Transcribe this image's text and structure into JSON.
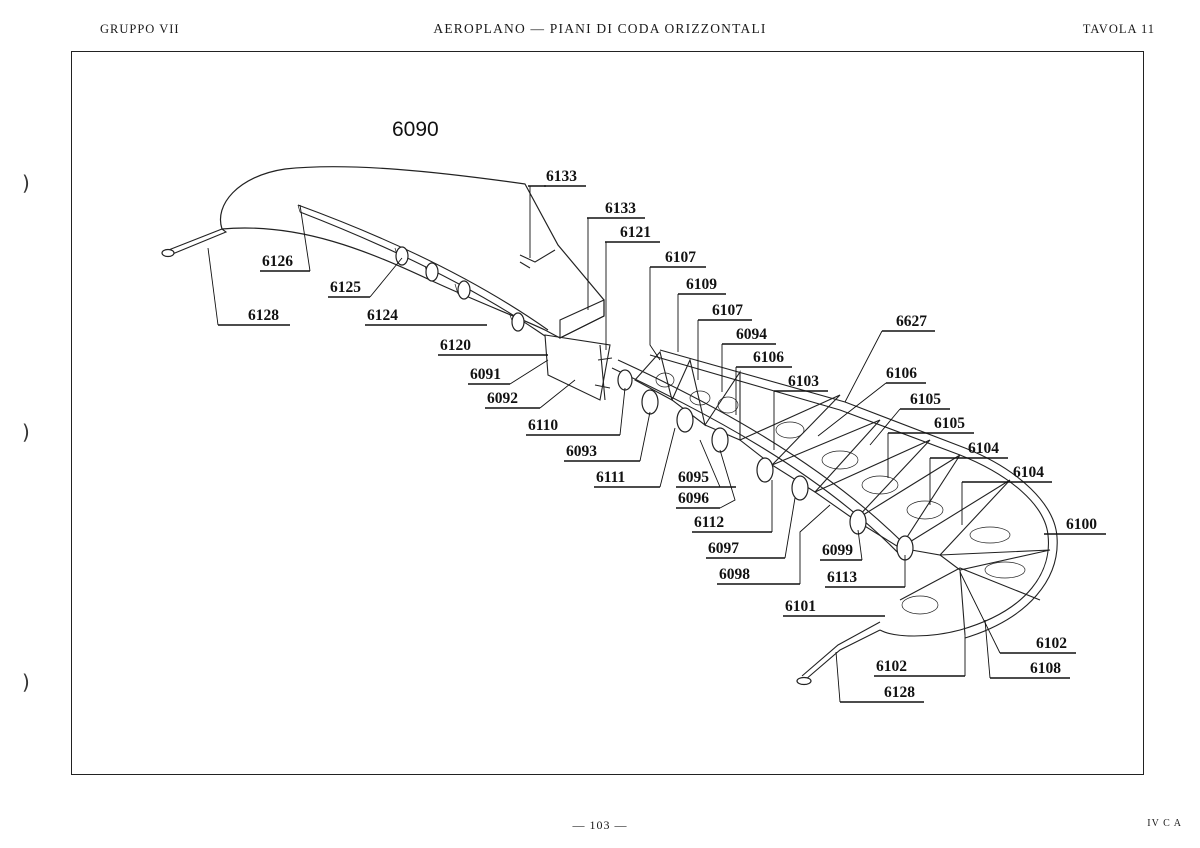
{
  "header": {
    "left": "GRUPPO VII",
    "center": "AEROPLANO — PIANI DI CODA ORIZZONTALI",
    "right": "TAVOLA 11"
  },
  "footer": {
    "page": "— 103 —",
    "right": "IV C A"
  },
  "diagram": {
    "assembly_number": "6090",
    "callouts": [
      {
        "id": "c-6133a",
        "label": "6133"
      },
      {
        "id": "c-6133b",
        "label": "6133"
      },
      {
        "id": "c-6121",
        "label": "6121"
      },
      {
        "id": "c-6107a",
        "label": "6107"
      },
      {
        "id": "c-6109",
        "label": "6109"
      },
      {
        "id": "c-6107b",
        "label": "6107"
      },
      {
        "id": "c-6094",
        "label": "6094"
      },
      {
        "id": "c-6106a",
        "label": "6106"
      },
      {
        "id": "c-6627",
        "label": "6627"
      },
      {
        "id": "c-6103",
        "label": "6103"
      },
      {
        "id": "c-6106b",
        "label": "6106"
      },
      {
        "id": "c-6105a",
        "label": "6105"
      },
      {
        "id": "c-6105b",
        "label": "6105"
      },
      {
        "id": "c-6104a",
        "label": "6104"
      },
      {
        "id": "c-6104b",
        "label": "6104"
      },
      {
        "id": "c-6100",
        "label": "6100"
      },
      {
        "id": "c-6126",
        "label": "6126"
      },
      {
        "id": "c-6125",
        "label": "6125"
      },
      {
        "id": "c-6128a",
        "label": "6128"
      },
      {
        "id": "c-6124",
        "label": "6124"
      },
      {
        "id": "c-6120",
        "label": "6120"
      },
      {
        "id": "c-6091",
        "label": "6091"
      },
      {
        "id": "c-6092",
        "label": "6092"
      },
      {
        "id": "c-6110",
        "label": "6110"
      },
      {
        "id": "c-6093",
        "label": "6093"
      },
      {
        "id": "c-6111",
        "label": "6111"
      },
      {
        "id": "c-6095",
        "label": "6095"
      },
      {
        "id": "c-6096",
        "label": "6096"
      },
      {
        "id": "c-6112",
        "label": "6112"
      },
      {
        "id": "c-6097",
        "label": "6097"
      },
      {
        "id": "c-6099",
        "label": "6099"
      },
      {
        "id": "c-6098",
        "label": "6098"
      },
      {
        "id": "c-6113",
        "label": "6113"
      },
      {
        "id": "c-6101",
        "label": "6101"
      },
      {
        "id": "c-6102a",
        "label": "6102"
      },
      {
        "id": "c-6108",
        "label": "6108"
      },
      {
        "id": "c-6102b",
        "label": "6102"
      },
      {
        "id": "c-6128b",
        "label": "6128"
      }
    ]
  },
  "margin_marks": ")"
}
